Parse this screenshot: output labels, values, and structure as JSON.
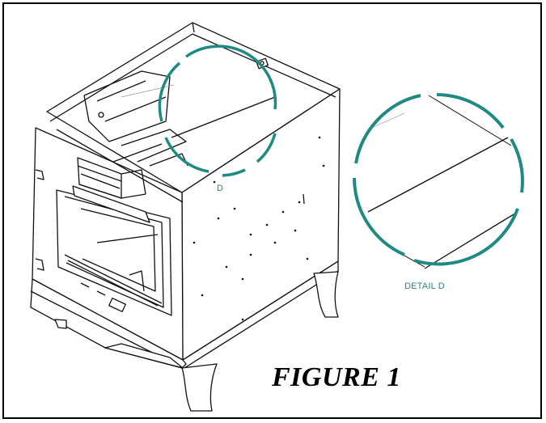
{
  "figure": {
    "title": "FIGURE 1",
    "detail_marker": "D",
    "detail_label": "DETAIL D"
  },
  "colors": {
    "outline": "#111111",
    "detail_circle": "#1f8a84",
    "annotation_text": "#2f7f7f",
    "frame": "#000000"
  }
}
